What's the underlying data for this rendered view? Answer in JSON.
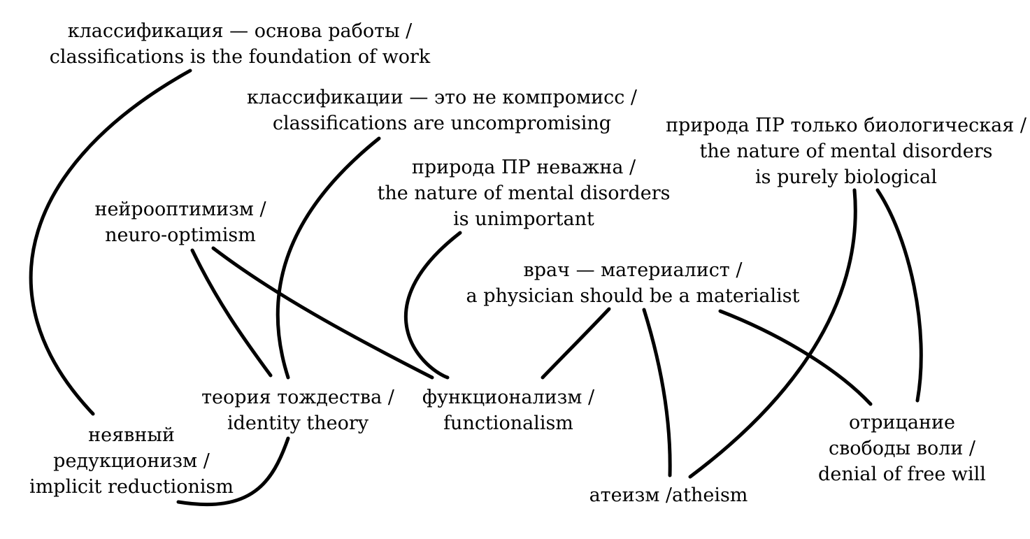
{
  "nodes": {
    "classification_basis": {
      "lines": [
        "классификация — основа работы /",
        "classifications is the foundation of work"
      ]
    },
    "classification_uncompromising": {
      "lines": [
        "классификации — это не компромисс /",
        "classifications are uncompromising"
      ]
    },
    "nature_biological": {
      "lines": [
        "природа ПР только биологическая /",
        "the nature of mental disorders",
        "is purely biological"
      ]
    },
    "nature_unimportant": {
      "lines": [
        "природа ПР неважна /",
        "the nature of mental disorders",
        "is unimportant"
      ]
    },
    "neuro_optimism": {
      "lines": [
        "нейрооптимизм /",
        "neuro-optimism"
      ]
    },
    "physician_materialist": {
      "lines": [
        "врач — материалист /",
        "a physician should be a materialist"
      ]
    },
    "identity_theory": {
      "lines": [
        "теория тождества /",
        "identity theory"
      ]
    },
    "functionalism": {
      "lines": [
        "функционализм /",
        "functionalism"
      ]
    },
    "implicit_reductionism": {
      "lines": [
        "неявный",
        "редукционизм /",
        "implicit reductionism"
      ]
    },
    "denial_free_will": {
      "lines": [
        "отрицание",
        "свободы воли /",
        "denial of free will"
      ]
    },
    "atheism": {
      "lines": [
        "атеизм /atheism"
      ]
    }
  },
  "edges": [
    {
      "from": "classification_basis",
      "to": "implicit_reductionism"
    },
    {
      "from": "classification_uncompromising",
      "to": "identity_theory"
    },
    {
      "from": "neuro_optimism",
      "to": "identity_theory"
    },
    {
      "from": "neuro_optimism",
      "to": "functionalism"
    },
    {
      "from": "nature_unimportant",
      "to": "functionalism"
    },
    {
      "from": "physician_materialist",
      "to": "functionalism"
    },
    {
      "from": "physician_materialist",
      "to": "atheism"
    },
    {
      "from": "physician_materialist",
      "to": "denial_free_will"
    },
    {
      "from": "nature_biological",
      "to": "atheism"
    },
    {
      "from": "nature_biological",
      "to": "denial_free_will"
    },
    {
      "from": "identity_theory",
      "to": "implicit_reductionism"
    }
  ]
}
